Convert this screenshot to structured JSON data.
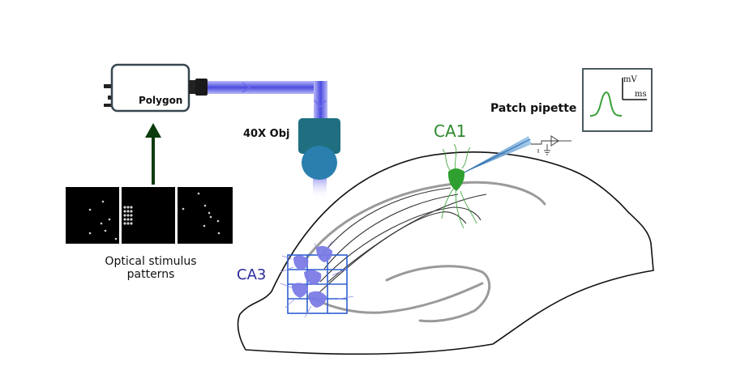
{
  "labels": {
    "polygon": "Polygon",
    "objective": "40X Obj",
    "patch_pipette": "Patch pipette",
    "ca1": "CA1",
    "ca3": "CA3",
    "optical_patterns": "Optical stimulus patterns",
    "mv": "mV",
    "ms": "ms"
  },
  "colors": {
    "beam": "#5a5ae8",
    "objective": "#1f6f80",
    "ca1_neuron": "#2fa02f",
    "ca3_neuron": "#7c7ce6",
    "grid": "#2f5fd0",
    "arrow": "#0b3b0b",
    "trace": "#3aa03a"
  },
  "icons": [
    "polygon-device",
    "microscope-objective",
    "patch-pipette-electrode",
    "epsp-trace"
  ]
}
